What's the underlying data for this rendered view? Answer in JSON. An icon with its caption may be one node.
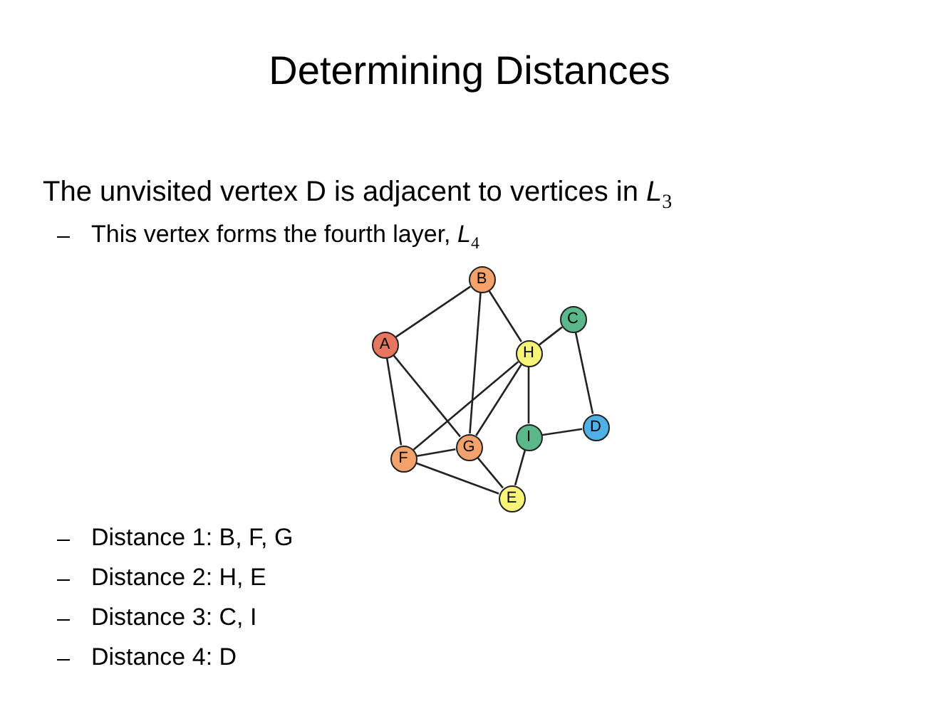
{
  "diagram": {
    "title": "Determining Distances",
    "nodes": [
      {
        "text": [
          "B"
        ]
      },
      {
        "text": [
          "C"
        ]
      },
      {
        "text": [
          "A"
        ]
      },
      {
        "text": [
          "H"
        ]
      },
      {
        "text": [
          "D"
        ]
      },
      {
        "text": [
          "I"
        ]
      },
      {
        "text": [
          "G"
        ]
      },
      {
        "text": [
          "F"
        ]
      },
      {
        "text": [
          "E"
        ]
      }
    ],
    "edges": [
      {
        "from": 2,
        "to": 0,
        "arrow": "none"
      },
      {
        "from": 2,
        "to": 7,
        "arrow": "none"
      },
      {
        "from": 2,
        "to": 6,
        "arrow": "none"
      },
      {
        "from": 0,
        "to": 6,
        "arrow": "none"
      },
      {
        "from": 0,
        "to": 3,
        "arrow": "none"
      },
      {
        "from": 1,
        "to": 3,
        "arrow": "none"
      },
      {
        "from": 1,
        "to": 4,
        "arrow": "none"
      },
      {
        "from": 3,
        "to": 7,
        "arrow": "none"
      },
      {
        "from": 3,
        "to": 6,
        "arrow": "none"
      },
      {
        "from": 3,
        "to": 5,
        "arrow": "none"
      },
      {
        "from": 5,
        "to": 4,
        "arrow": "none"
      },
      {
        "from": 5,
        "to": 8,
        "arrow": "none"
      },
      {
        "from": 7,
        "to": 6,
        "arrow": "none"
      },
      {
        "from": 7,
        "to": 8,
        "arrow": "none"
      },
      {
        "from": 6,
        "to": 8,
        "arrow": "none"
      }
    ],
    "labels": [
      "The unvisited vertex D is adjacent to vertices in *L*$_{3}$",
      "This vertex forms the fourth layer, *L*$_{4}$",
      "Distance 1: B, F, G",
      "Distance 2: H, E",
      "Distance 3: C, I",
      "Distance 4: D"
    ]
  }
}
